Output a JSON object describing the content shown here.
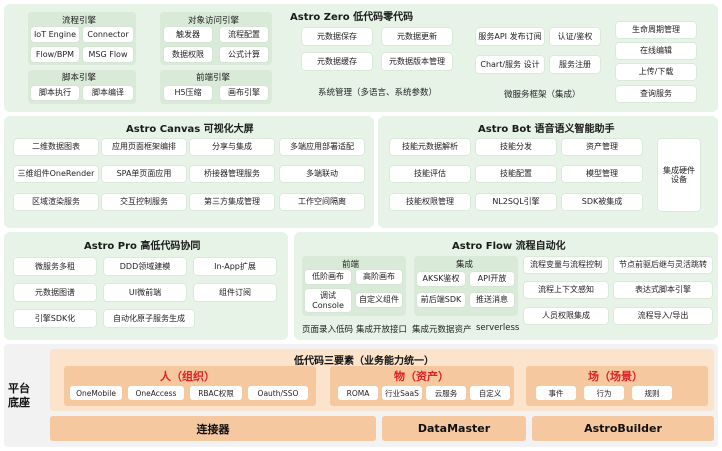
{
  "zero": {
    "title": "Astro Zero 低代码零代码",
    "flow_engine": {
      "title": "流程引擎",
      "items": [
        "IoT Engine",
        "Connector",
        "Flow/BPM",
        "MSG Flow"
      ]
    },
    "object_engine": {
      "title": "对象访问引擎",
      "items": [
        "触发器",
        "流程配置",
        "数据权限",
        "公式计算"
      ]
    },
    "script_engine": {
      "title": "脚本引擎",
      "items": [
        "脚本执行",
        "脚本编译"
      ]
    },
    "front_engine": {
      "title": "前端引擎",
      "items": [
        "H5压缩",
        "画布引擎"
      ]
    },
    "meta": [
      "元数据保存",
      "元数据更新",
      "元数据缓存",
      "元数据版本管理"
    ],
    "sys_mgmt": "系统管理（多语言、系统参数）",
    "service": [
      "服务API 发布订阅",
      "认证/鉴权",
      "Chart/服务 设计",
      "服务注册"
    ],
    "microservice": "微服务框架（集成）",
    "lifecycle": [
      "生命周期管理",
      "在线编辑",
      "上传/下载",
      "查询服务"
    ]
  },
  "canvas": {
    "title": "Astro Canvas 可视化大屏",
    "items": [
      "二维数据图表",
      "应用页面框架编排",
      "分享与集成",
      "多端应用部署适配",
      "三维组件OneRender",
      "SPA单页面应用",
      "桥接器管理服务",
      "多端联动",
      "区域渲染服务",
      "交互控制服务",
      "第三方集成管理",
      "工作空间隔离"
    ]
  },
  "bot": {
    "title": "Astro Bot 语音语义智能助手",
    "items": [
      "技能元数据解析",
      "技能分发",
      "资产管理",
      "技能评估",
      "技能配置",
      "模型管理",
      "技能权限管理",
      "NL2SQL引擎",
      "SDK被集成"
    ],
    "side": "集成硬件设备"
  },
  "pro": {
    "title": "Astro Pro 高低代码协同",
    "items": [
      "微服务多租",
      "DDD领域建模",
      "In-App扩展",
      "元数据图谱",
      "UI微前端",
      "组件订阅",
      "引擎SDK化",
      "自动化原子服务生成"
    ]
  },
  "flow": {
    "title": "Astro Flow 流程自动化",
    "front": {
      "title": "前端",
      "items": [
        "低阶画布",
        "高阶画布",
        "调试Console",
        "自定义组件"
      ]
    },
    "integration": {
      "title": "集成",
      "items": [
        "AKSK鉴权",
        "API开放",
        "前后端SDK",
        "推送消息"
      ]
    },
    "bottom": [
      "页面录入低码",
      "集成开放接口",
      "集成元数据资产",
      "serverless"
    ],
    "mid": [
      "流程变量与流程控制",
      "流程上下文感知",
      "人员权限集成"
    ],
    "right": [
      "节点前驱后继与灵活跳转",
      "表达式脚本引擎",
      "流程导入/导出"
    ]
  },
  "platform": {
    "label": "平台底座",
    "three_elements": "低代码三要素（业务能力统一）",
    "people": {
      "title": "人（组织）",
      "items": [
        "OneMobile",
        "OneAccess",
        "RBAC权限",
        "Oauth/SSO"
      ]
    },
    "things": {
      "title": "物（资产）",
      "items": [
        "ROMA",
        "行业SaaS",
        "云服务",
        "自定义"
      ]
    },
    "scene": {
      "title": "场（场景）",
      "items": [
        "事件",
        "行为",
        "规则"
      ]
    },
    "bottom": [
      "连接器",
      "DataMaster",
      "AstroBuilder"
    ]
  },
  "colors": {
    "panel": "#e6f3e6",
    "subpanel": "#d9ead9",
    "orange": "#f6c89f",
    "orange_light": "#fbe3cc",
    "red": "#d9232a"
  }
}
